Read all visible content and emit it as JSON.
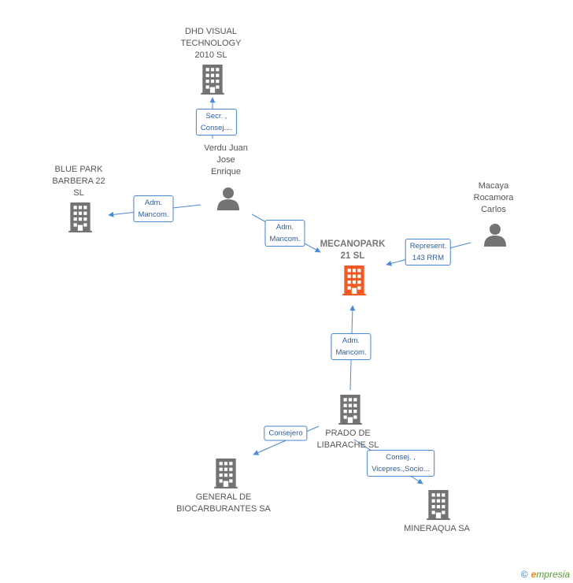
{
  "colors": {
    "accent": "#f15a22",
    "node": "#737373",
    "edge": "#4a8ad6"
  },
  "nodes": [
    {
      "id": "center",
      "type": "building",
      "label": "MECANOPARK\n21 SL",
      "highlight": true
    },
    {
      "id": "dhd",
      "type": "building",
      "label": "DHD VISUAL\nTECHNOLOGY\n2010 SL"
    },
    {
      "id": "bluepark",
      "type": "building",
      "label": "BLUE PARK\nBARBERA 22\nSL"
    },
    {
      "id": "verdu",
      "type": "person",
      "label": "Verdu Juan\nJose\nEnrique"
    },
    {
      "id": "macaya",
      "type": "person",
      "label": "Macaya\nRocamora\nCarlos"
    },
    {
      "id": "prado",
      "type": "building",
      "label": "PRADO DE\nLIBARACHE SL"
    },
    {
      "id": "general",
      "type": "building",
      "label": "GENERAL DE\nBIOCARBURANTES SA"
    },
    {
      "id": "mineraqua",
      "type": "building",
      "label": "MINERAQUA SA"
    }
  ],
  "edges": [
    {
      "id": "e1",
      "from": "verdu",
      "to": "dhd",
      "label": "Secr. ,\nConsej...."
    },
    {
      "id": "e2",
      "from": "verdu",
      "to": "bluepark",
      "label": "Adm.\nMancom."
    },
    {
      "id": "e3",
      "from": "verdu",
      "to": "center",
      "label": "Adm.\nMancom."
    },
    {
      "id": "e4",
      "from": "macaya",
      "to": "center",
      "label": "Represent.\n143 RRM"
    },
    {
      "id": "e5",
      "from": "prado",
      "to": "center",
      "label": "Adm.\nMancom."
    },
    {
      "id": "e6",
      "from": "prado",
      "to": "general",
      "label": "Consejero"
    },
    {
      "id": "e7",
      "from": "prado",
      "to": "mineraqua",
      "label": "Consej. ,\nVicepres.,Socio..."
    }
  ],
  "footer": {
    "copyright_symbol": "©",
    "brand_e": "e",
    "brand_rest": "mpresia"
  }
}
